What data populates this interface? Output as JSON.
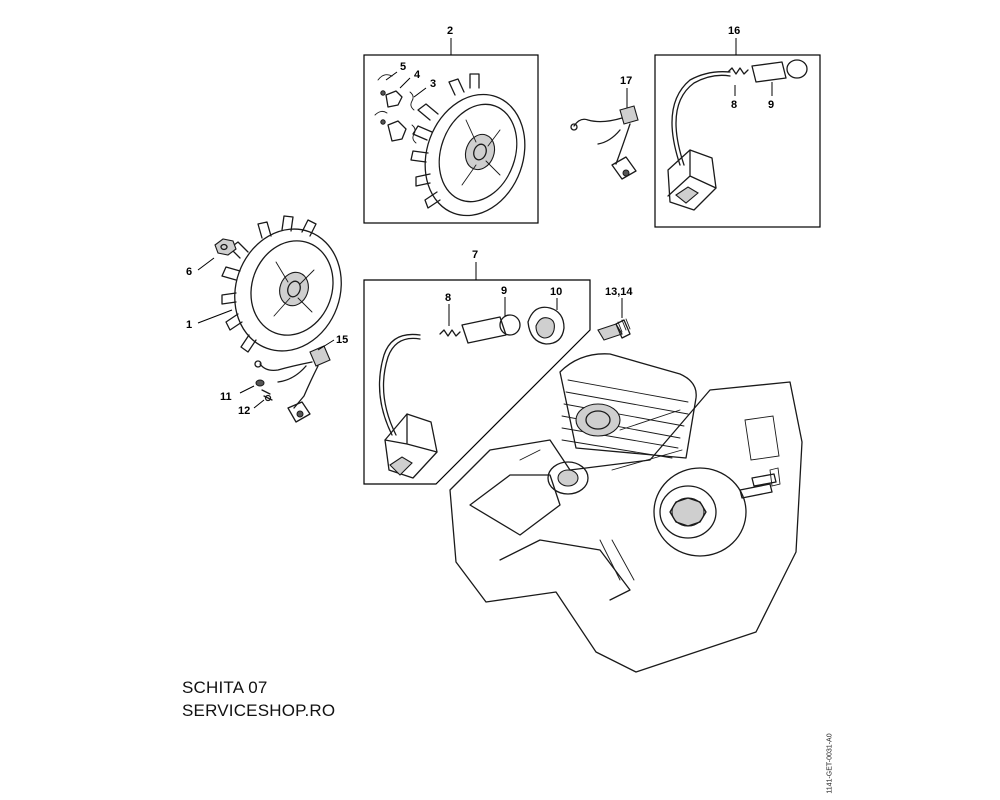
{
  "caption": {
    "title": "SCHITA 07",
    "site": "SERVICESHOP.RO"
  },
  "drawing_code": "1141-GET-0031-A0",
  "callouts": {
    "c1": "1",
    "c2": "2",
    "c3": "3",
    "c4": "4",
    "c5": "5",
    "c6": "6",
    "c7": "7",
    "c8a": "8",
    "c8b": "8",
    "c9a": "9",
    "c9b": "9",
    "c10": "10",
    "c11": "11",
    "c12": "12",
    "c13_14": "13,14",
    "c15": "15",
    "c16": "16",
    "c17": "17"
  }
}
